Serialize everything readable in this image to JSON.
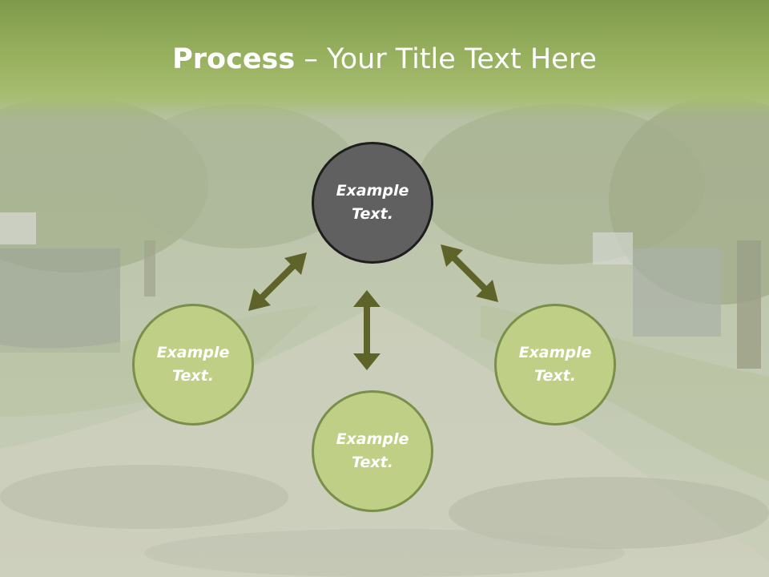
{
  "slide": {
    "title_bold": "Process",
    "title_rest": " – Your Title Text Here"
  },
  "diagram": {
    "center_node": "Example\nText.",
    "left_node": "Example\nText.",
    "right_node": "Example\nText.",
    "bottom_node": "Example\nText."
  },
  "colors": {
    "title_bar": "#8fa957",
    "center_fill": "#606060",
    "center_border": "#1e1e1e",
    "node_fill": "#bfcf86",
    "node_border": "#7a8f4a",
    "arrow": "#5d6329"
  }
}
